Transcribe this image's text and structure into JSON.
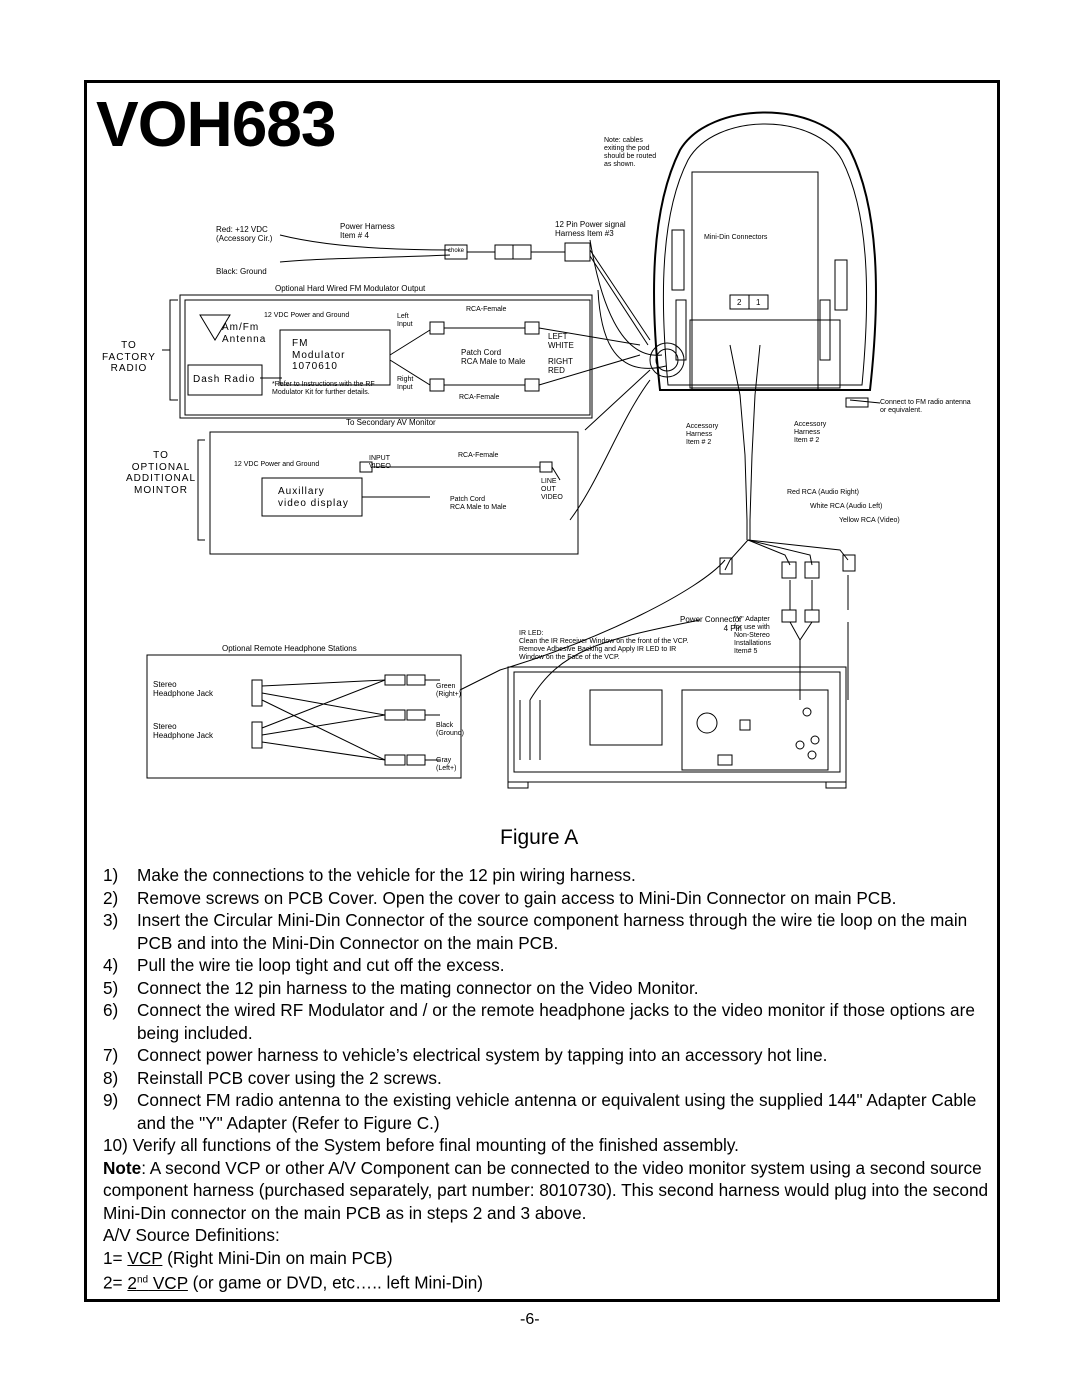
{
  "title": "VOH683",
  "diagram": {
    "note_cables": "Note: cables\nexiting the pod\nshould be routed\nas shown.",
    "red": "Red: +12 VDC\n(Accessory Cir.)",
    "power_harness": "Power Harness\nItem # 4",
    "choke": "choke",
    "black": "Black: Ground",
    "pin_signal": "12 Pin Power signal\nHarness Item #3",
    "minidin": "Mini-Din Connectors",
    "opt_fm": "Optional Hard Wired FM Modulator Output",
    "vdc1": "12 VDC Power and Ground",
    "rca_female1": "RCA-Female",
    "left_input": "Left\nInput",
    "to_factory": "TO\nFACTORY\nRADIO",
    "amfm": "Am/Fm\nAntenna",
    "fm_mod": "FM\nModulator\n1070610",
    "patch1": "Patch Cord\nRCA Male to Male",
    "left_white": "LEFT\nWHITE",
    "right_red": "RIGHT\nRED",
    "dash_radio": "Dash Radio",
    "refer": "*Refer to Instructions with the RF\nModulator Kit for further details.",
    "right_input": "Right\nInput",
    "rca_female2": "RCA-Female",
    "num2": "2",
    "num1": "1",
    "connect_fm": "Connect to FM radio antenna\nor equivalent.",
    "to_secondary": "To Secondary AV Monitor",
    "acc_harness1": "Accessory\nHarness\nItem # 2",
    "acc_harness2": "Accessory\nHarness\nItem # 2",
    "to_optional": "TO\nOPTIONAL\nADDITIONAL\nMOINTOR",
    "vdc2": "12 VDC Power and Ground",
    "input_video": "INPUT\nVIDEO",
    "rca_female3": "RCA-Female",
    "aux": "Auxillary\nvideo display",
    "line_out": "LINE\nOUT\nVIDEO",
    "patch2": "Patch Cord\nRCA Male to Male",
    "red_rca": "Red RCA (Audio Right)",
    "white_rca": "White RCA (Audio Left)",
    "yellow_rca": "Yellow RCA (Video)",
    "power_conn": "Power Connector\n4 Pin",
    "y_adapter": "\"Y\" Adapter\nfor use with\nNon-Stereo\nInstallations\nItem# 5",
    "ir_led": "IR LED:\nClean the IR Receiver Window on the front of the VCP.\nRemove Adhesive Backing and Apply IR LED to IR\nWindow on the Face of the VCP.",
    "opt_remote": "Optional Remote Headphone Stations",
    "stereo1": "Stereo\nHeadphone Jack",
    "stereo2": "Stereo\nHeadphone Jack",
    "green": "Green\n(Right+)",
    "black2": "Black\n(Ground)",
    "gray": "Gray\n(Left+)"
  },
  "figure_label": "Figure A",
  "steps": [
    {
      "n": "1)",
      "text": "Make the connections to the vehicle for the 12 pin wiring harness."
    },
    {
      "n": "2)",
      "text": "Remove screws on PCB Cover.  Open the cover to gain access to Mini-Din Connector on main PCB."
    },
    {
      "n": "3)",
      "text": "Insert the Circular Mini-Din Connector of the source component harness through the wire tie loop on the main PCB and into the Mini-Din Connector on the main PCB."
    },
    {
      "n": "4)",
      "text": "Pull the wire tie loop tight and cut off the excess."
    },
    {
      "n": "5)",
      "text": "Connect the 12 pin harness to the mating connector on the Video Monitor."
    },
    {
      "n": "6)",
      "text": "Connect the wired RF Modulator and / or the remote headphone jacks to the video monitor if those options are being included."
    },
    {
      "n": "7)",
      "text": "Connect power harness to vehicle’s electrical system by tapping into an accessory hot line."
    },
    {
      "n": "8)",
      "text": "Reinstall PCB cover using the 2 screws."
    },
    {
      "n": "9)",
      "text": "Connect FM radio antenna to the existing vehicle antenna or equivalent using  the supplied 144\" Adapter Cable and the \"Y\" Adapter (Refer to Figure C.)"
    },
    {
      "n": "10)",
      "text": "Verify all functions of the System before final mounting of the finished assembly."
    }
  ],
  "note": {
    "label": "Note",
    "text": ":  A second VCP or other A/V Component can be connected to the video monitor system using a second source component harness (purchased separately, part number: 8010730).  This second harness would plug into the second Mini-Din connector on the main PCB as in steps 2 and 3 above."
  },
  "defs": {
    "heading": "A/V Source Definitions:",
    "d1_prefix": "1= ",
    "d1_vcp": "VCP",
    "d1_rest": " (Right Mini-Din on main PCB)",
    "d2_prefix": "2= ",
    "d2_num": "2",
    "d2_sup": "nd",
    "d2_vcp": " VCP",
    "d2_rest": " (or game or DVD, etc….. left Mini-Din)"
  },
  "page_number": "-6-"
}
